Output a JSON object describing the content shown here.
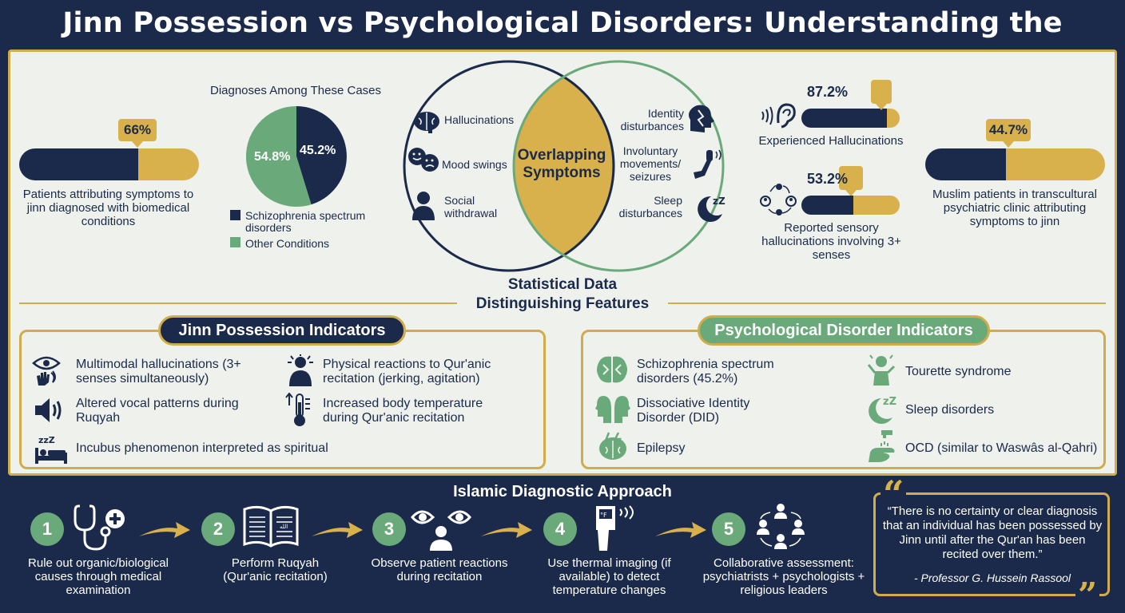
{
  "title": "Jinn Possession vs Psychological Disorders: Understanding the Overlap",
  "stats": {
    "left_bar": {
      "percent_label": "66%",
      "value": 0.66,
      "caption": "Patients attributing symptoms to jinn diagnosed with biomedical conditions"
    },
    "pie": {
      "title": "Diagnoses Among These Cases",
      "slices": [
        {
          "label": "45.2%",
          "value": 45.2,
          "color": "#1b2a4a"
        },
        {
          "label": "54.8%",
          "value": 54.8,
          "color": "#6aaa7a"
        }
      ],
      "legend": [
        {
          "label": "Schizophrenia spectrum disorders",
          "color": "#1b2a4a"
        },
        {
          "label": "Other Conditions",
          "color": "#6aaa7a"
        }
      ]
    },
    "venn": {
      "center_label": "Overlapping Symptoms",
      "left_items": [
        "Hallucinations",
        "Mood swings",
        "Social withdrawal"
      ],
      "right_items": [
        "Identity disturbances",
        "Involuntary movements/ seizures",
        "Sleep disturbances"
      ]
    },
    "hallucinations": {
      "percent_label": "87.2%",
      "value": 0.872,
      "caption": "Experienced Hallucinations"
    },
    "sensory": {
      "percent_label": "53.2%",
      "value": 0.532,
      "caption": "Reported sensory hallucinations involving 3+ senses"
    },
    "right_bar": {
      "percent_label": "44.7%",
      "value": 0.447,
      "caption": "Muslim patients in transcultural psychiatric clinic attributing symptoms to jinn"
    },
    "section_label": "Statistical Data"
  },
  "distinguishing": {
    "title": "Distinguishing Features",
    "jinn": {
      "heading": "Jinn Possession Indicators",
      "items": [
        "Multimodal hallucinations (3+ senses simultaneously)",
        "Altered vocal patterns during Ruqyah",
        "Incubus phenomenon interpreted as spiritual",
        "Physical reactions to Qur'anic recitation (jerking, agitation)",
        "Increased body temperature during Qur'anic recitation"
      ]
    },
    "psych": {
      "heading": "Psychological Disorder Indicators",
      "items": [
        "Schizophrenia spectrum disorders (45.2%)",
        "Dissociative Identity Disorder (DID)",
        "Epilepsy",
        "Tourette syndrome",
        "Sleep disorders",
        "OCD (similar to Waswâs al-Qahri)"
      ]
    }
  },
  "approach": {
    "title": "Islamic Diagnostic Approach",
    "steps": [
      {
        "num": "1",
        "text": "Rule out organic/biological causes through medical examination"
      },
      {
        "num": "2",
        "text": "Perform Ruqyah (Qur'anic recitation)"
      },
      {
        "num": "3",
        "text": "Observe patient reactions during recitation"
      },
      {
        "num": "4",
        "text": "Use thermal imaging (if available) to detect temperature changes"
      },
      {
        "num": "5",
        "text": "Collaborative assessment: psychiatrists + psychologists + religious leaders"
      }
    ],
    "quote": {
      "text": "“There is no certainty or clear diagnosis that an individual has been possessed by Jinn until after the Qur'an has been recited over them.”",
      "author": "- Professor G. Hussein Rassool",
      "open_mark": "“",
      "close_mark": "”"
    }
  },
  "colors": {
    "navy": "#1b2a4a",
    "gold": "#d9b14c",
    "green": "#6aaa7a",
    "panel": "#eef1ec"
  }
}
